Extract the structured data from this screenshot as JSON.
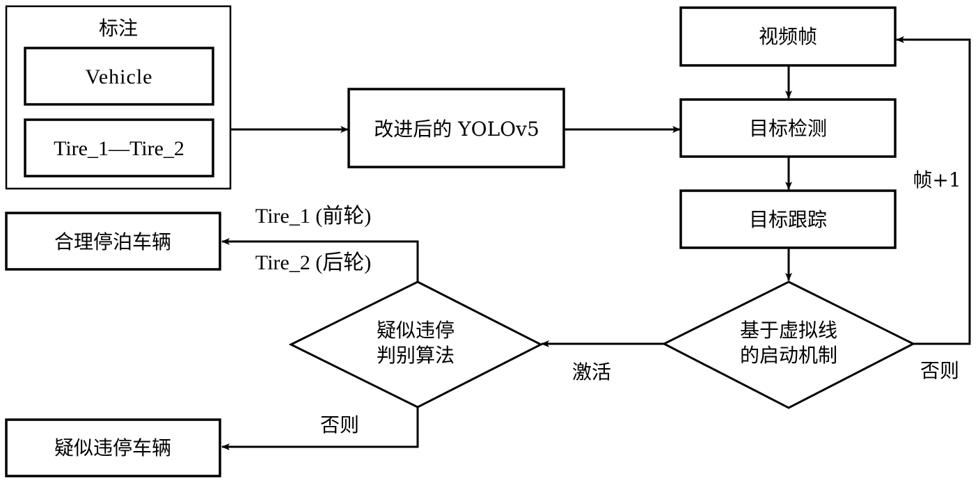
{
  "annotation": {
    "title": "标注",
    "items": [
      "Vehicle",
      "Tire_1—Tire_2"
    ]
  },
  "nodes": {
    "yolo": "改进后的 YOLOv5",
    "video_frame": "视频帧",
    "detection": "目标检测",
    "tracking": "目标跟踪",
    "trigger": [
      "基于虚拟线",
      "的启动机制"
    ],
    "judge": [
      "疑似违停",
      "判别算法"
    ],
    "legal": "合理停泊车辆",
    "suspect": "疑似违停车辆"
  },
  "edge_labels": {
    "frame_plus": "帧+1",
    "trigger_else": "否则",
    "activate": "激活",
    "tire1": "Tire_1 (前轮)",
    "tire2": "Tire_2 (后轮)",
    "judge_else": "否则"
  },
  "colors": {
    "stroke": "#000000",
    "background": "#ffffff"
  }
}
